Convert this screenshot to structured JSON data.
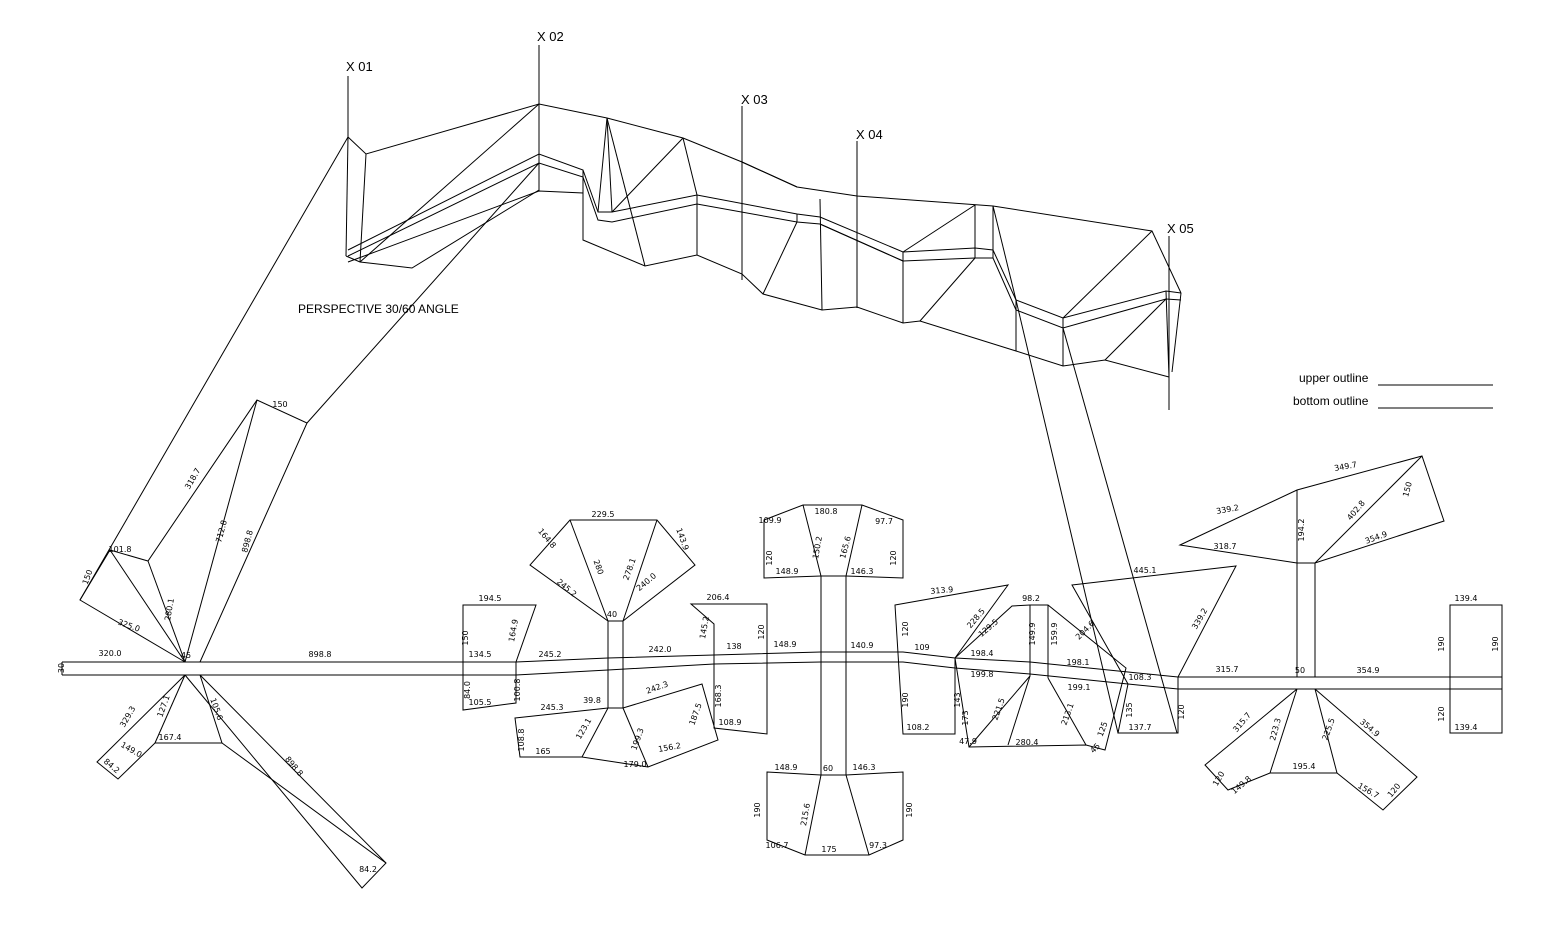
{
  "title": "PERSPECTIVE 30/60 ANGLE",
  "section_markers": [
    "X 01",
    "X 02",
    "X 03",
    "X 04",
    "X 05"
  ],
  "legend": {
    "upper": "upper outline",
    "bottom": "bottom outline"
  },
  "dimensions": [
    "30",
    "320.0",
    "45",
    "898.8",
    "134.5",
    "245.2",
    "242.0",
    "138",
    "148.9",
    "140.9",
    "109",
    "198.4",
    "198.1",
    "108.3",
    "315.7",
    "50",
    "354.9",
    "150",
    "101.8",
    "318.7",
    "712.8",
    "898.8",
    "150",
    "280.1",
    "325.0",
    "329.3",
    "127.1",
    "105.6",
    "167.4",
    "84.2",
    "149.0",
    "898.8",
    "84.2",
    "194.5",
    "150",
    "164.9",
    "84.0",
    "100.8",
    "105.5",
    "229.5",
    "164.8",
    "280",
    "278.1",
    "143.9",
    "245.2",
    "240.0",
    "40",
    "39.8",
    "242.3",
    "245.3",
    "108.8",
    "165",
    "123.1",
    "199.3",
    "179.0",
    "156.2",
    "187.5",
    "206.4",
    "145.2",
    "120",
    "168.3",
    "108.9",
    "109.9",
    "180.8",
    "97.7",
    "120",
    "150.2",
    "165.6",
    "120",
    "148.9",
    "146.3",
    "148.9",
    "60",
    "146.3",
    "190",
    "215.6",
    "190",
    "106.7",
    "175",
    "97.3",
    "313.9",
    "120",
    "190",
    "108.2",
    "98.2",
    "228.5",
    "129.5",
    "149.9",
    "159.9",
    "204.6",
    "199.8",
    "199.1",
    "143",
    "173",
    "221.5",
    "213.1",
    "125",
    "47.9",
    "280.4",
    "45",
    "445.1",
    "339.2",
    "135",
    "120",
    "137.7",
    "349.7",
    "339.2",
    "194.2",
    "402.8",
    "150",
    "318.7",
    "354.9",
    "315.7",
    "223.3",
    "225.5",
    "354.9",
    "120",
    "149.8",
    "195.4",
    "156.7",
    "120",
    "139.4",
    "190",
    "190",
    "120",
    "139.4"
  ]
}
